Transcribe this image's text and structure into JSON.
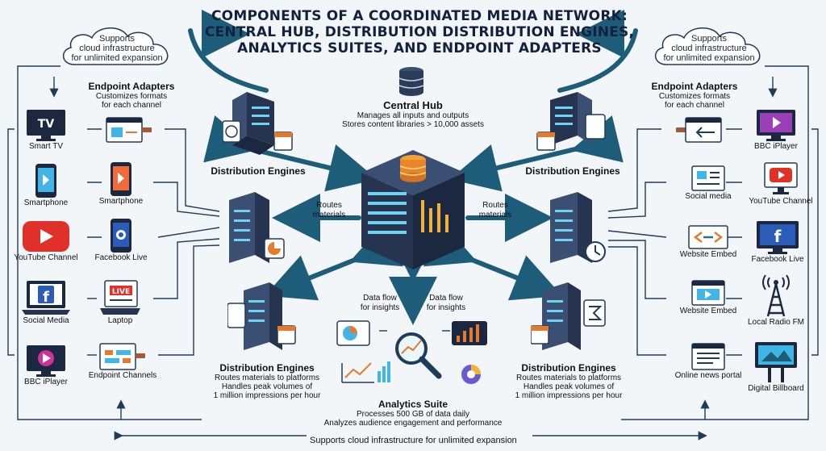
{
  "title": {
    "line1": "COMPONENTS OF A COORDINATED MEDIA NETWORK:",
    "line2": "CENTRAL HUB, DISTRIBUTION DISTRIBUTION ENGINES,",
    "line3": "ANALYTICS SUITES, AND ENDPOINT ADAPTERS"
  },
  "clouds": {
    "left": [
      "Supports",
      "cloud infrastructure",
      "for unlimited expansion"
    ],
    "right": [
      "Supports",
      "cloud infrastructure",
      "for unlimited expansion"
    ]
  },
  "adapters_left": {
    "heading": "Endpoint Adapters",
    "sub1": "Customizes formats",
    "sub2": "for each channel"
  },
  "adapters_right": {
    "heading": "Endpoint Adapters",
    "sub1": "Customizes formats",
    "sub2": "for each channel"
  },
  "hub": {
    "heading": "Central Hub",
    "line1": "Manages all inputs and outputs",
    "line2": "Stores content libraries > 10,000 assets"
  },
  "engines": {
    "top_left": "Distribution Engines",
    "top_right": "Distribution Engines",
    "bottom_left": {
      "heading": "Distribution Engines",
      "l1": "Routes materials to platforms",
      "l2": "Handles peak volumes of",
      "l3": "1 million impressions per hour"
    },
    "bottom_right": {
      "heading": "Distribution Engines",
      "l1": "Routes materials to platforms",
      "l2": "Handles peak volumes of",
      "l3": "1 million impressions per hour"
    }
  },
  "routes_left": [
    "Routes",
    "materials"
  ],
  "routes_right": [
    "Routes",
    "materials"
  ],
  "flow_left": [
    "Data flow",
    "for insights"
  ],
  "flow_right": [
    "Data flow",
    "for insights"
  ],
  "analytics": {
    "heading": "Analytics Suite",
    "l1": "Processes 500 GB of data daily",
    "l2": "Analyzes audience engagement and performance"
  },
  "left_endpoints": [
    "Smart TV",
    "Smartphone",
    "YouTube Channel",
    "Social Media",
    "BBC iPlayer"
  ],
  "left_adapters": [
    "Smartphone",
    "Facebook Live",
    "Laptop",
    "Endpoint Channels"
  ],
  "right_adapters": [
    "Social media",
    "Website Embed",
    "Website Embed",
    "Online news portal"
  ],
  "right_endpoints": [
    "BBC iPlayer",
    "YouTube Channel",
    "Facebook Live",
    "Local Radio FM",
    "Digital Billboard"
  ],
  "tv_text": "TV",
  "live_text": "LIVE",
  "bottom_caption": "Supports cloud infrastructure for unlimited expansion",
  "colors": {
    "navy": "#1d2f4d",
    "teal": "#2a6f86",
    "cable": "#a05a3a",
    "accent": "#3fb6e6"
  }
}
